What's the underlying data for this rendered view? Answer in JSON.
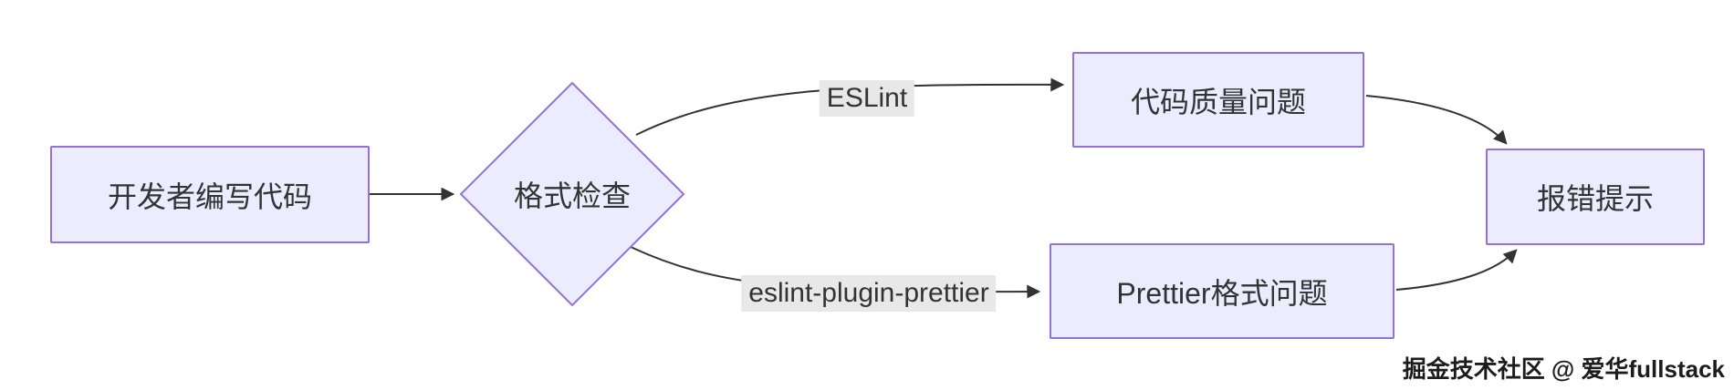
{
  "diagram": {
    "type": "flowchart",
    "nodes": {
      "start": {
        "label": "开发者编写代码",
        "shape": "rect"
      },
      "decision": {
        "label": "格式检查",
        "shape": "diamond"
      },
      "quality": {
        "label": "代码质量问题",
        "shape": "rect"
      },
      "prettier": {
        "label": "Prettier格式问题",
        "shape": "rect"
      },
      "error": {
        "label": "报错提示",
        "shape": "rect"
      }
    },
    "edges": {
      "eslint_label": "ESLint",
      "prettier_label": "eslint-plugin-prettier"
    },
    "connections": [
      {
        "from": "开发者编写代码",
        "to": "格式检查",
        "label": ""
      },
      {
        "from": "格式检查",
        "to": "代码质量问题",
        "label": "ESLint"
      },
      {
        "from": "格式检查",
        "to": "Prettier格式问题",
        "label": "eslint-plugin-prettier"
      },
      {
        "from": "代码质量问题",
        "to": "报错提示",
        "label": ""
      },
      {
        "from": "Prettier格式问题",
        "to": "报错提示",
        "label": ""
      }
    ],
    "colors": {
      "node_fill": "#ECECFF",
      "node_border": "#9370DB",
      "edge": "#333333",
      "label_bg": "#e8e8e8",
      "text": "#333333"
    }
  },
  "watermark": "掘金技术社区 @ 爱华fullstack"
}
